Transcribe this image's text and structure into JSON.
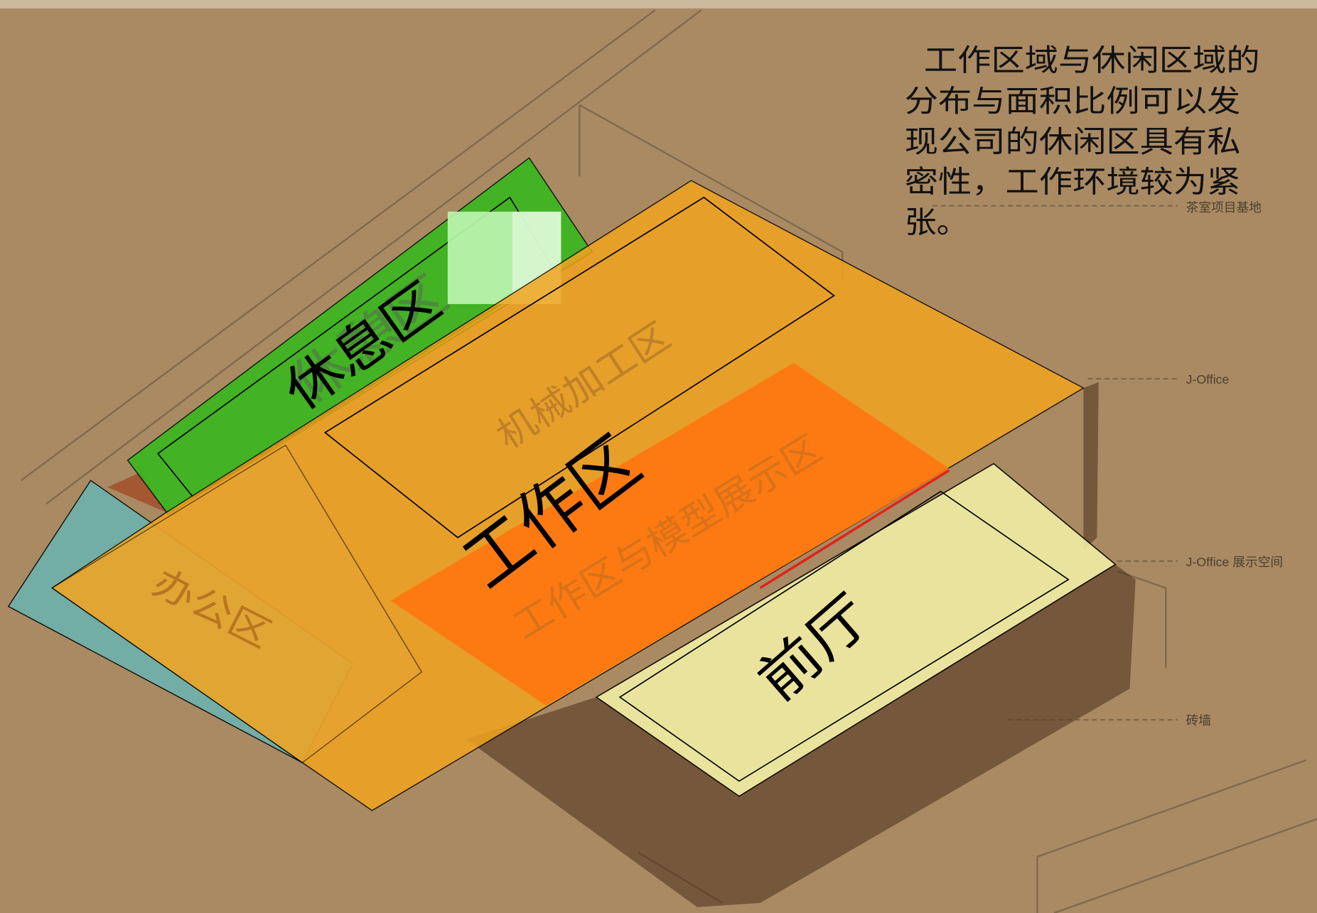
{
  "description": {
    "lines": [
      "工作区域与休闲区域的",
      "分布与面积比例可以发",
      "现公司的休闲区具有私",
      "密性，工作环境较为紧",
      "张。"
    ]
  },
  "zones": {
    "rest": "休息区",
    "rest_ghost": "休憩区",
    "machining": "机械加工区",
    "work": "工作区",
    "work_display": "工作区与模型展示区",
    "office": "办公区",
    "lobby": "前厅"
  },
  "callouts": [
    "茶室项目基地",
    "J-Office",
    "J-Office 展示空间",
    "砖墙"
  ],
  "colors": {
    "background": "#a98a63",
    "top_strip": "#cbbb9c",
    "rest_zone": "#35b81c",
    "rest_highlight": "#bdf4b0",
    "work_zone": "#f2a41e",
    "office_zone": "#e6a634",
    "display_zone": "#ff7410",
    "lobby_zone": "#f4f0a6",
    "teal_zone": "#6db3ad",
    "brick": "#4a2e1c"
  }
}
